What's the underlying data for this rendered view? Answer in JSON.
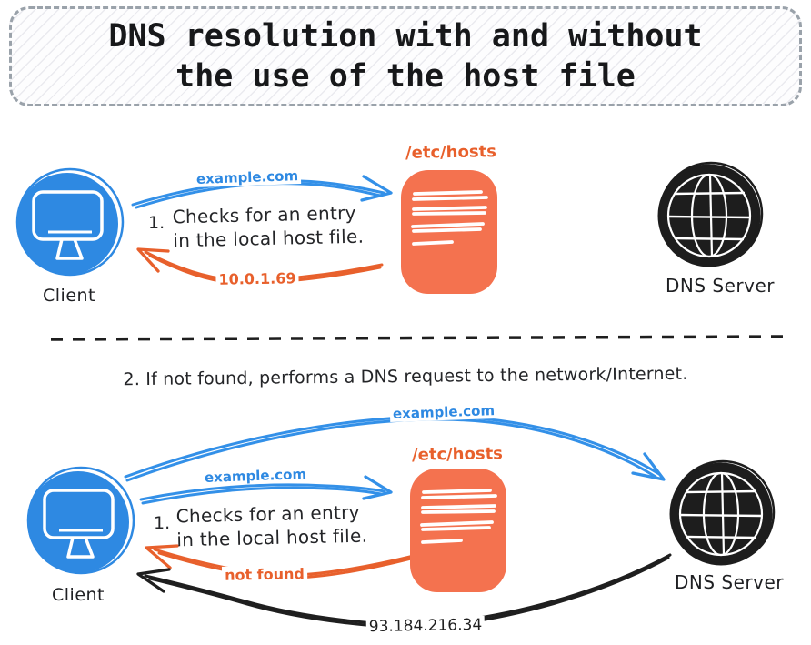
{
  "title": {
    "line1": "DNS resolution with and without",
    "line2": "the use of the host file"
  },
  "colors": {
    "client_blue": "#2e89e2",
    "arrow_blue": "#3390e8",
    "orange": "#e8602c",
    "hosts_file_fill": "#f4724f",
    "ink_black": "#1f1f1f"
  },
  "icons": {
    "client": "computer-monitor-icon",
    "hosts_file": "document-file-icon",
    "dns_server": "globe-icon"
  },
  "local": {
    "client_label": "Client",
    "request_label": "example.com",
    "step_number": "1.",
    "step_line1": "Checks for an entry",
    "step_line2": "in the local host file.",
    "response_label": "10.0.1.69",
    "hosts_file_label": "/etc/hosts",
    "dns_server_label": "DNS Server"
  },
  "step2_caption": "2. If not found, performs a DNS request to the network/Internet.",
  "network": {
    "client_label": "Client",
    "dns_request_label": "example.com",
    "hosts_request_label": "example.com",
    "step_number": "1.",
    "step_line1": "Checks for an entry",
    "step_line2": "in the local host file.",
    "hosts_response_label": "not found",
    "hosts_file_label": "/etc/hosts",
    "dns_server_label": "DNS Server",
    "dns_response_label": "93.184.216.34"
  }
}
